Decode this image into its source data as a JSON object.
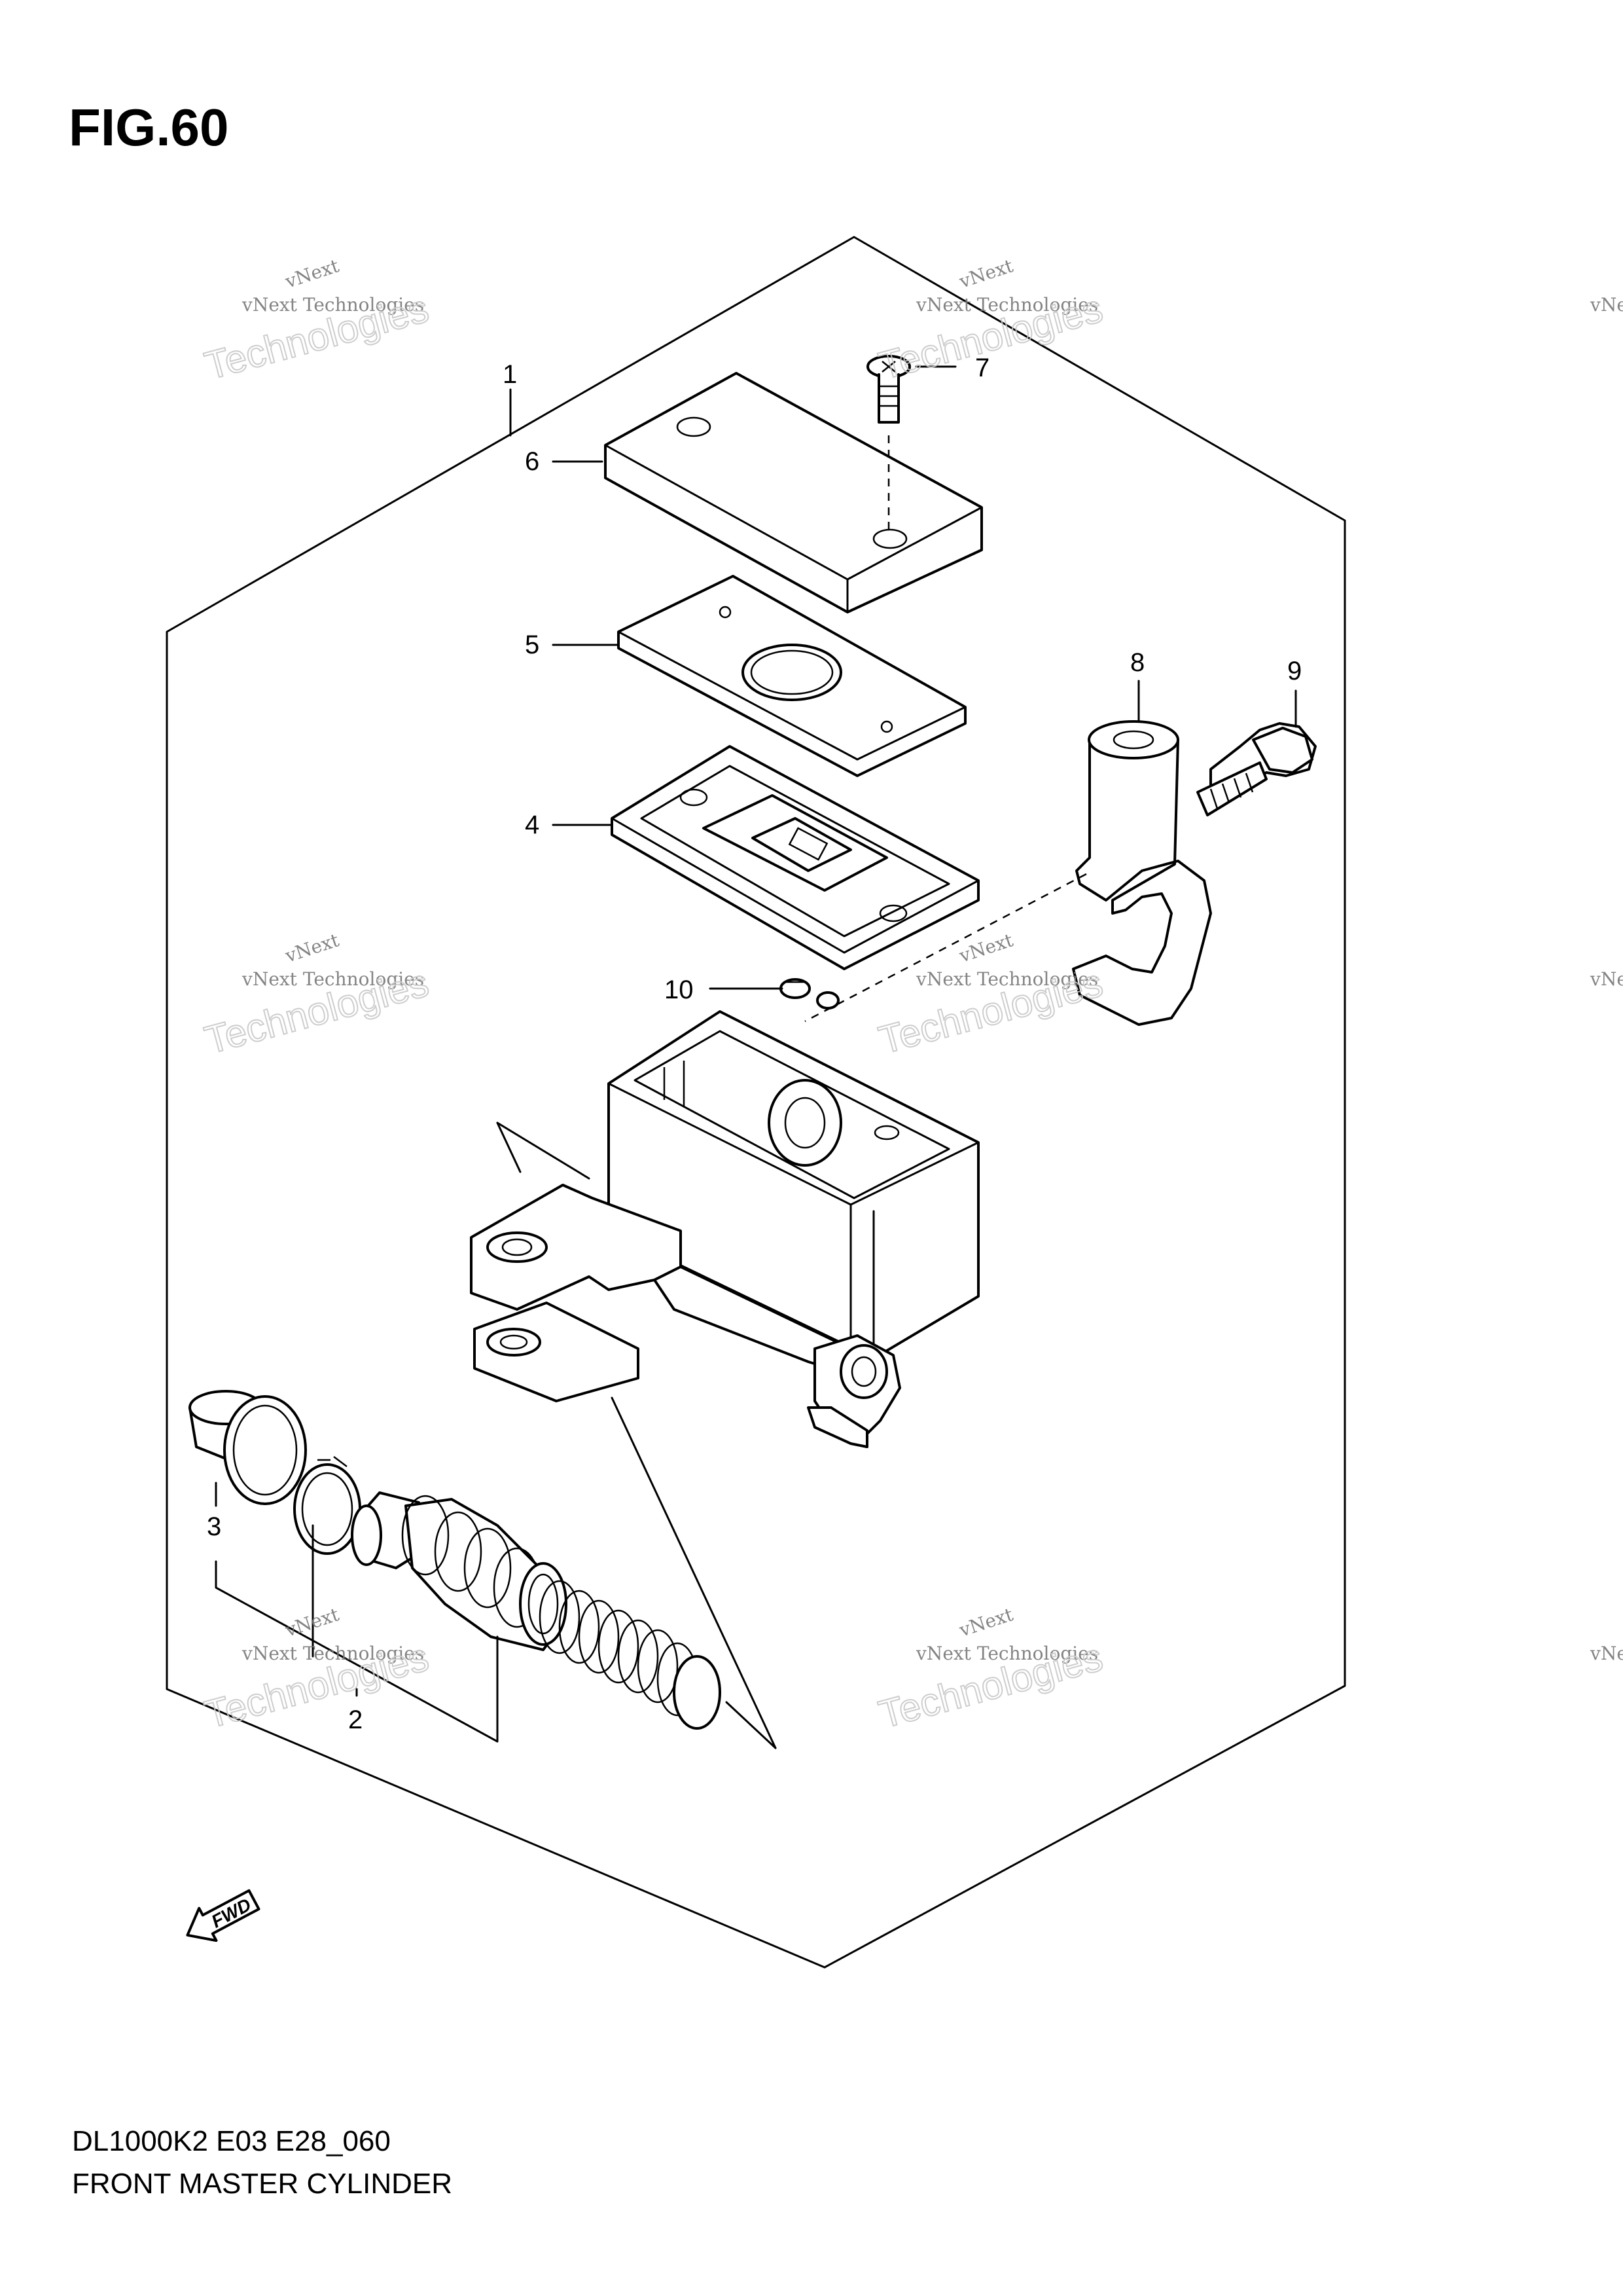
{
  "figure": {
    "title": "FIG.60",
    "model_code": "DL1000K2 E03 E28_060",
    "name": "FRONT MASTER CYLINDER"
  },
  "callouts": [
    "1",
    "2",
    "3",
    "4",
    "5",
    "6",
    "7",
    "8",
    "9",
    "10"
  ],
  "fwd_label": "FWD",
  "watermark": {
    "small": "vNext Technologies",
    "big": "Technologies",
    "top": "vNext"
  }
}
